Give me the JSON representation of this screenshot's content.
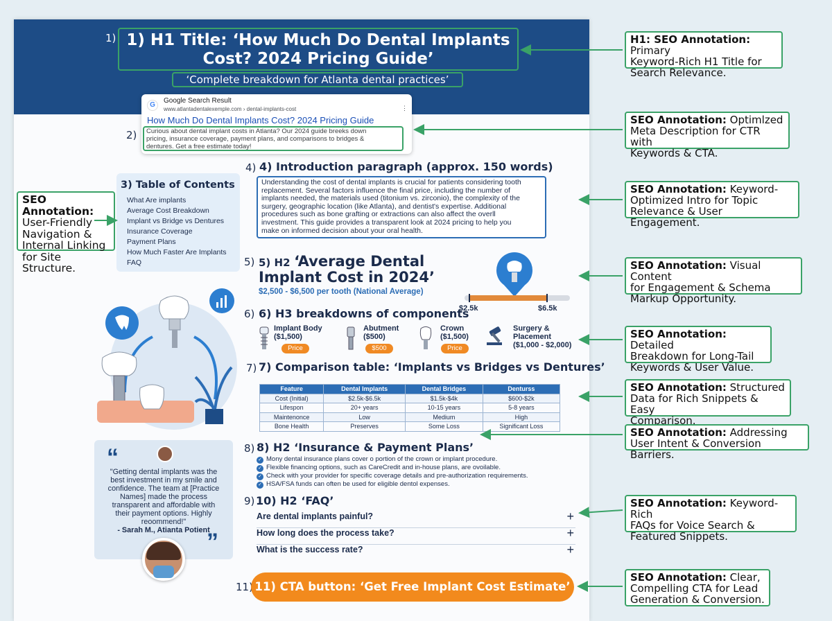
{
  "header": {
    "num": "1)",
    "h1_line1": "1) H1 Title: ‘How Much Do Dental Implants",
    "h1_line2": "Cost? 2024 Pricing Guide’",
    "subtitle": "‘Complete breakdown for Atlanta dental practices’"
  },
  "serp": {
    "num": "2)",
    "source": "Google Search Result",
    "url": "www.atlantadentalexemple.com › dental-implants-cost",
    "title": "How Much Do Dental Implants Cost? 2024 Pricing Guide",
    "desc_line1": "Curious about dental implant costs in Atlanta? Our 2024 guide breeks down",
    "desc_line2": "pricing, insurance coverage, payment plans, and comparisons to bridges &",
    "desc_line3": "dentures. Get a free estimate today!"
  },
  "toc": {
    "title": "3) Table of Contents",
    "items": [
      "What Are implants",
      "Average Cost Breakdown",
      "Implant vs Bridge vs Dentures",
      "Insurance Coverage",
      "Payment Plans",
      "How Much Faster Are Implants",
      "FAQ"
    ]
  },
  "toc_annotation": {
    "bold": "SEO Annotation:",
    "line1": "User-Friendly",
    "line2": "Navigation &",
    "line3": "Internal Linking",
    "line4": "for Site Structure."
  },
  "intro": {
    "num": "4)",
    "heading": "4) Introduction paragraph (approx. 150 words)",
    "lines": [
      "Understanding the cost of dental implants is crucial for patients considering tooth",
      "replacement. Several factors influence the final price, including the number of",
      "implants needed, the materials used (titonium vs. zirconio), the complexity of the",
      "surgery, geographic location (like Atlanta), and dentist's expertise. Additional",
      "procedures such as bone grafting or extractions can also affect the overll",
      "investment. This guide provides a transparent look at 2024 pricing to help you",
      "make on informed decision about your oral health."
    ]
  },
  "avg": {
    "num": "5)",
    "prefix": "5) H2",
    "line1": "‘Average Dental",
    "line2": "Implant Cost in 2024’",
    "range": "$2,500 - $6,500 per tooth (National Average)",
    "low": "$2.5k",
    "high": "$6.5k"
  },
  "h3": {
    "num": "6)",
    "heading": "6) H3 breakdowns of components",
    "components": [
      {
        "name": "Implant Body",
        "price": "($1,500)",
        "pill": "Price"
      },
      {
        "name": "Abutment",
        "price": "($500)",
        "pill": "$500"
      },
      {
        "name": "Crown",
        "price": "($1,500)",
        "pill": "Price"
      },
      {
        "name": "Surgery &",
        "name2": "Placement",
        "price": "($1,000 - $2,000)"
      }
    ]
  },
  "comparison": {
    "num": "7)",
    "heading": "7) Comparison table: ‘Implants vs Bridges vs Dentures’",
    "headers": [
      "Feature",
      "Dental Implants",
      "Dental Bridges",
      "Denturss"
    ],
    "rows": [
      [
        "Cost (Initial)",
        "$2.5k-$6.5k",
        "$1.5k-$4k",
        "$600-$2k"
      ],
      [
        "Lifespon",
        "20+ years",
        "10-15 years",
        "5-8 years"
      ],
      [
        "Maintenonce",
        "Low",
        "Medium",
        "High"
      ],
      [
        "Bone Health",
        "Preserves",
        "Some Loss",
        "Significant Loss"
      ]
    ]
  },
  "insurance": {
    "num": "8)",
    "heading": "8) H2 ‘Insurance & Payment Plans’",
    "items": [
      "Mony dental insurance plans cover o portion of the crown or implant procedure.",
      "Flexible financing options, such as CareCredit and in-house plans, are ovoilable.",
      "Check with your provider for specific coverage details and pre-authorization requirements.",
      "HSA/FSA funds can often be used for eligible dentol expenses."
    ]
  },
  "faq": {
    "num": "9)",
    "heading": "10) H2 ‘FAQ’",
    "items": [
      "Are dental implants painful?",
      "How long does the process take?",
      "What is the success rate?"
    ]
  },
  "testimonial": {
    "open_quote": "“",
    "close_quote": "”",
    "lines": [
      "\"Getting dental implants was the",
      "best investment in my smile and",
      "confidence. The team at [Practice",
      "Names] made the process",
      "transparent and affordable with",
      "their payment options. Highly",
      "reoommend!\""
    ],
    "author": "- Sarah M., Atianta Potient"
  },
  "cta": {
    "num": "11)",
    "label": "11) CTA button: ‘Get Free Implant Cost Estimate’"
  },
  "annotations": [
    {
      "bold": "H1: SEO Annotation:",
      "rest": " Primary",
      "l2": "Keyword-Rich H1 Title for",
      "l3": "Search Relevance."
    },
    {
      "bold": "SEO Annotation:",
      "rest": " Optimlzed",
      "l2": "Meta Description for CTR with",
      "l3": "Keywords & CTA."
    },
    {
      "bold": "SEO Annotation:",
      "rest": " Keyword-",
      "l2": "Optimized Intro for Topic",
      "l3": "Relevance & User Engagement."
    },
    {
      "bold": "SEO Annotation:",
      "rest": " Visual Content",
      "l2": "for Engagement & Schema",
      "l3": "Markup Opportunity."
    },
    {
      "bold": "SEO Annotation:",
      "rest": " Detailed",
      "l2": "Breakdown for Long-Tail",
      "l3": "Keywords & User Value."
    },
    {
      "bold": "SEO Annotation:",
      "rest": " Structured",
      "l2": "Data for Rich Snippets & Easy",
      "l3": "Comparison."
    },
    {
      "bold": "SEO Annotation:",
      "rest": " Addressing",
      "l2": "User Intent & Conversion Barriers.",
      "l3": ""
    },
    {
      "bold": "SEO Annotation:",
      "rest": " Keyword-Rich",
      "l2": "FAQs for Voice Search &",
      "l3": "Featured Snippets."
    },
    {
      "bold": "SEO Annotation:",
      "rest": " Clear,",
      "l2": "Compelling CTA for Lead",
      "l3": "Generation & Conversion."
    }
  ],
  "colors": {
    "header": "#1d4c86",
    "accent_green": "#3aa267",
    "cta_orange": "#f28a1d",
    "link_blue": "#1a4fb6"
  }
}
